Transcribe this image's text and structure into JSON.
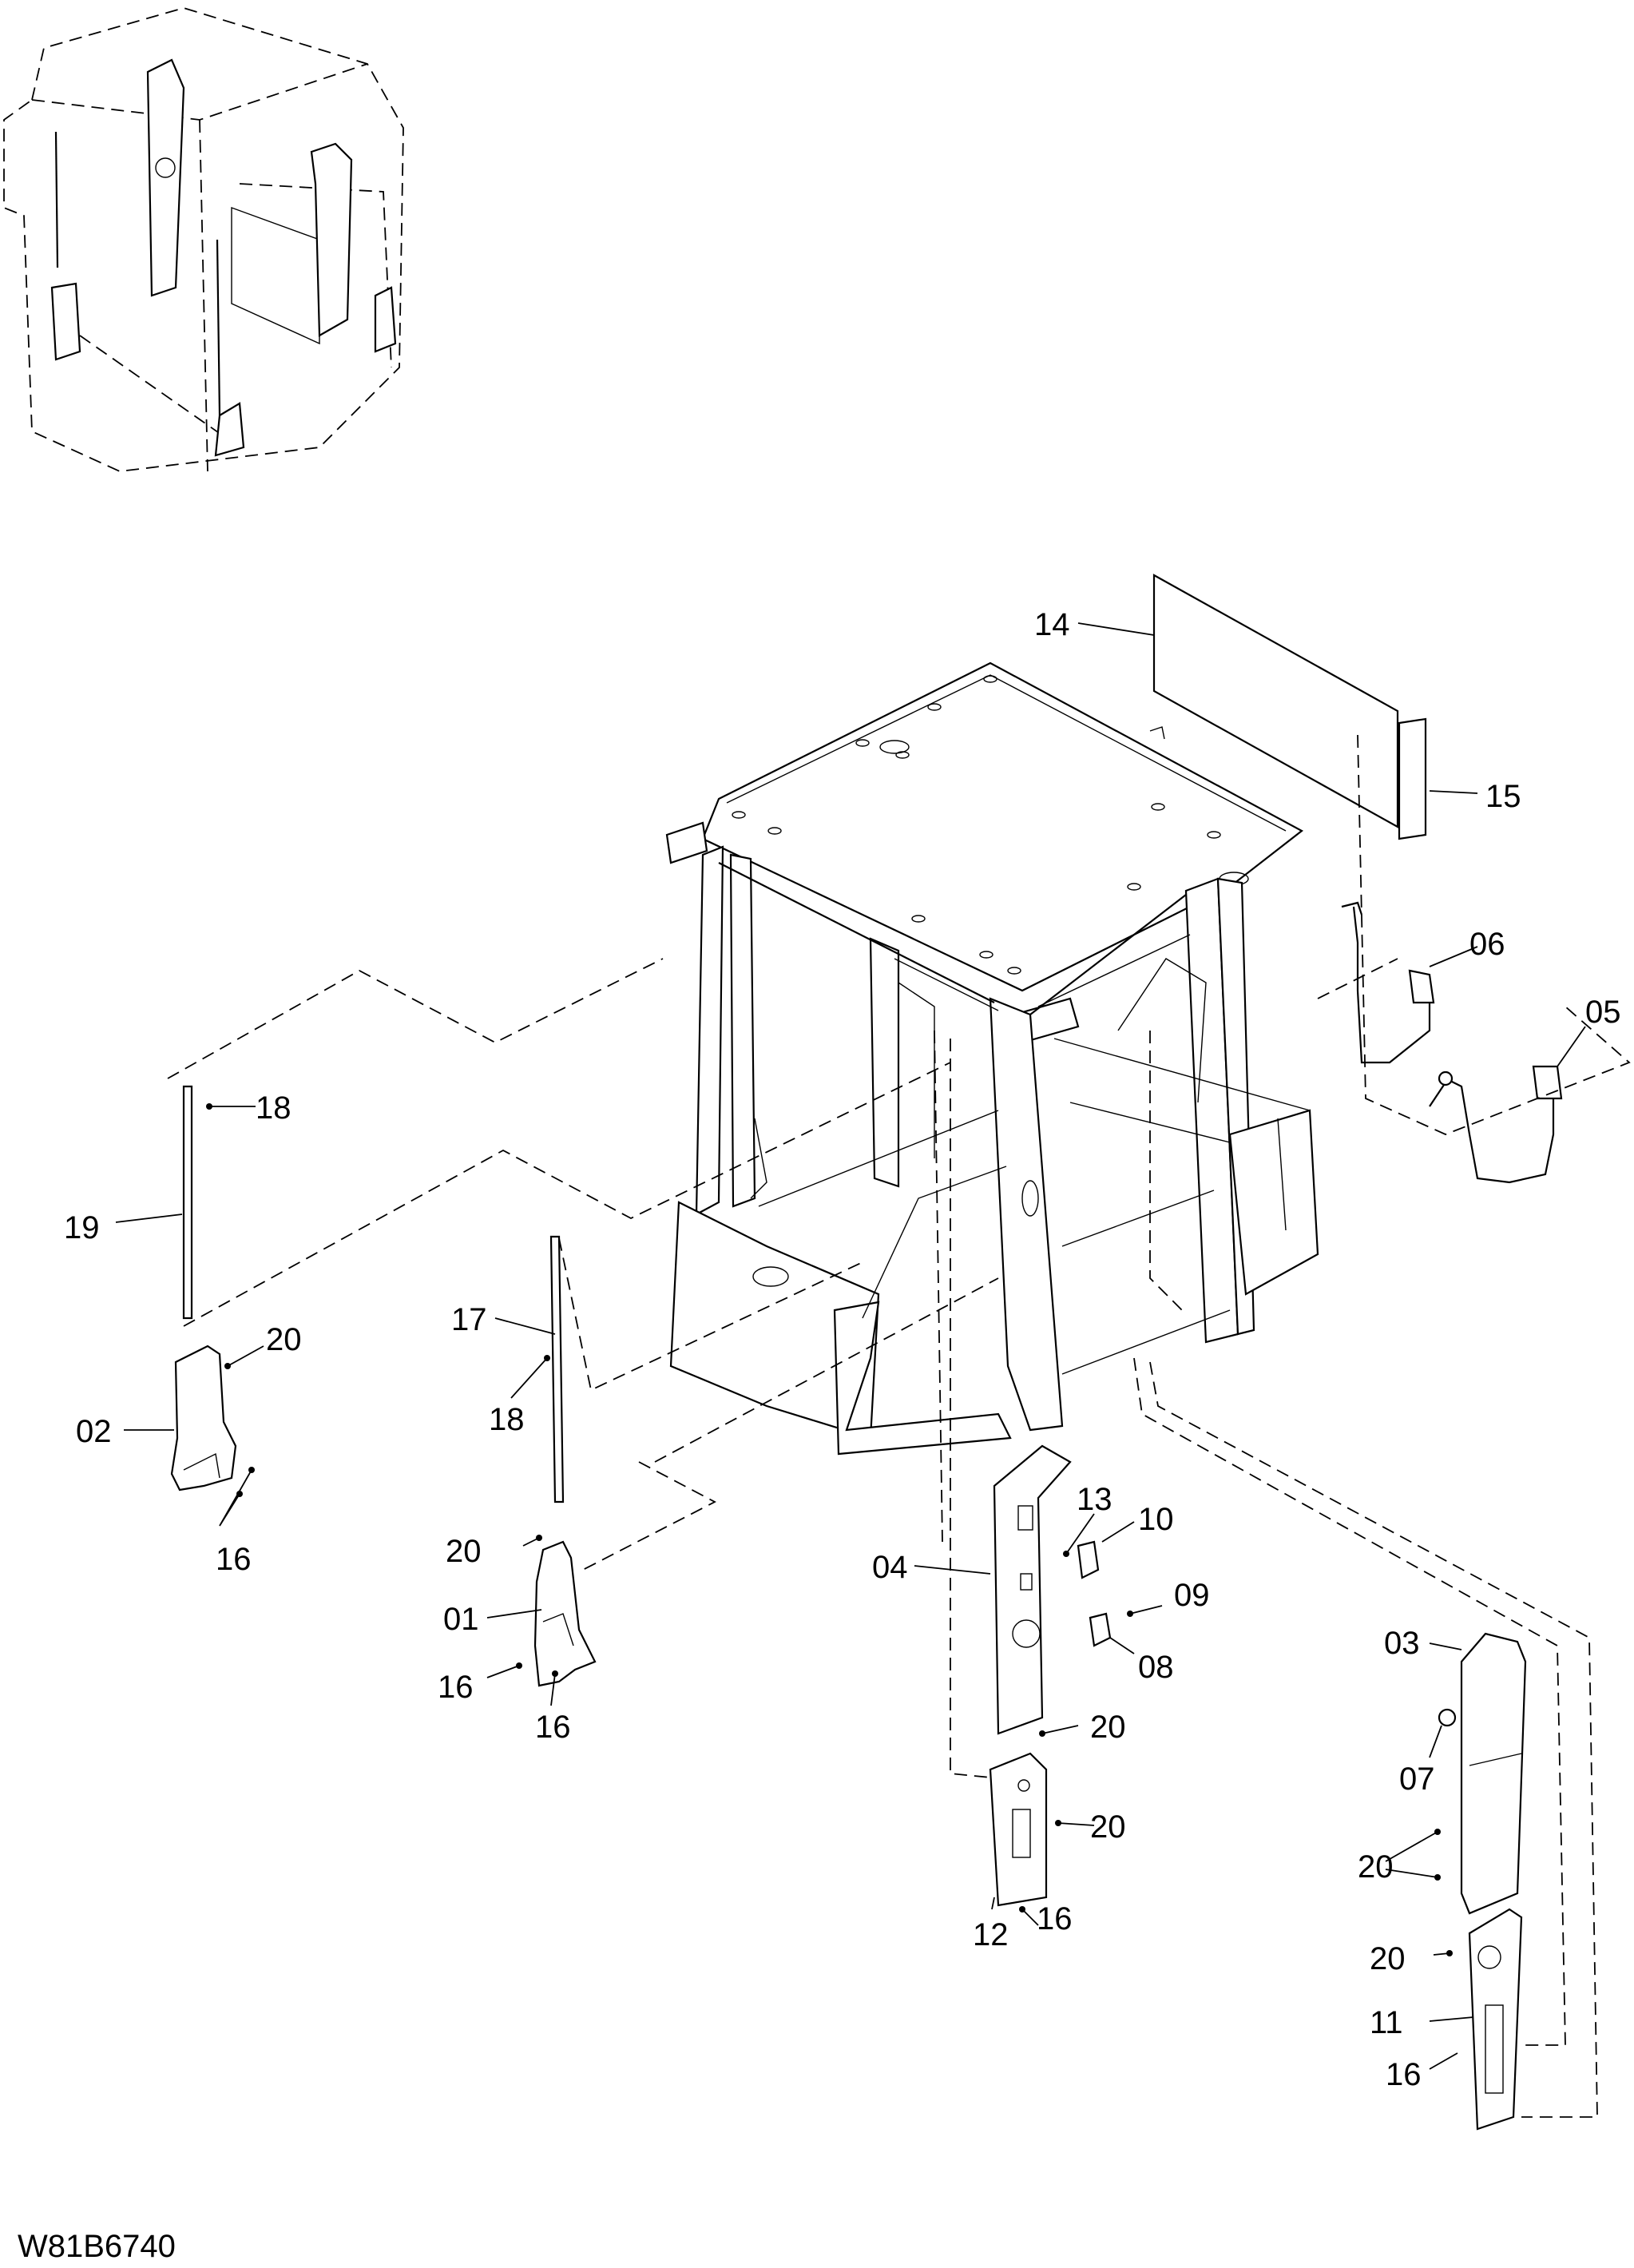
{
  "drawing_code": "W81B6740",
  "callouts": {
    "c14": "14",
    "c15": "15",
    "c06": "06",
    "c05": "05",
    "c18a": "18",
    "c19": "19",
    "c20a": "20",
    "c02": "02",
    "c16a": "16",
    "c17": "17",
    "c18b": "18",
    "c20b": "20",
    "c01": "01",
    "c16b": "16",
    "c16c": "16",
    "c13": "13",
    "c10": "10",
    "c04": "04",
    "c09": "09",
    "c08": "08",
    "c20c": "20",
    "c20d": "20",
    "c12": "12",
    "c16d": "16",
    "c03": "03",
    "c07": "07",
    "c20e": "20",
    "c20f": "20",
    "c11": "11",
    "c16e": "16"
  }
}
